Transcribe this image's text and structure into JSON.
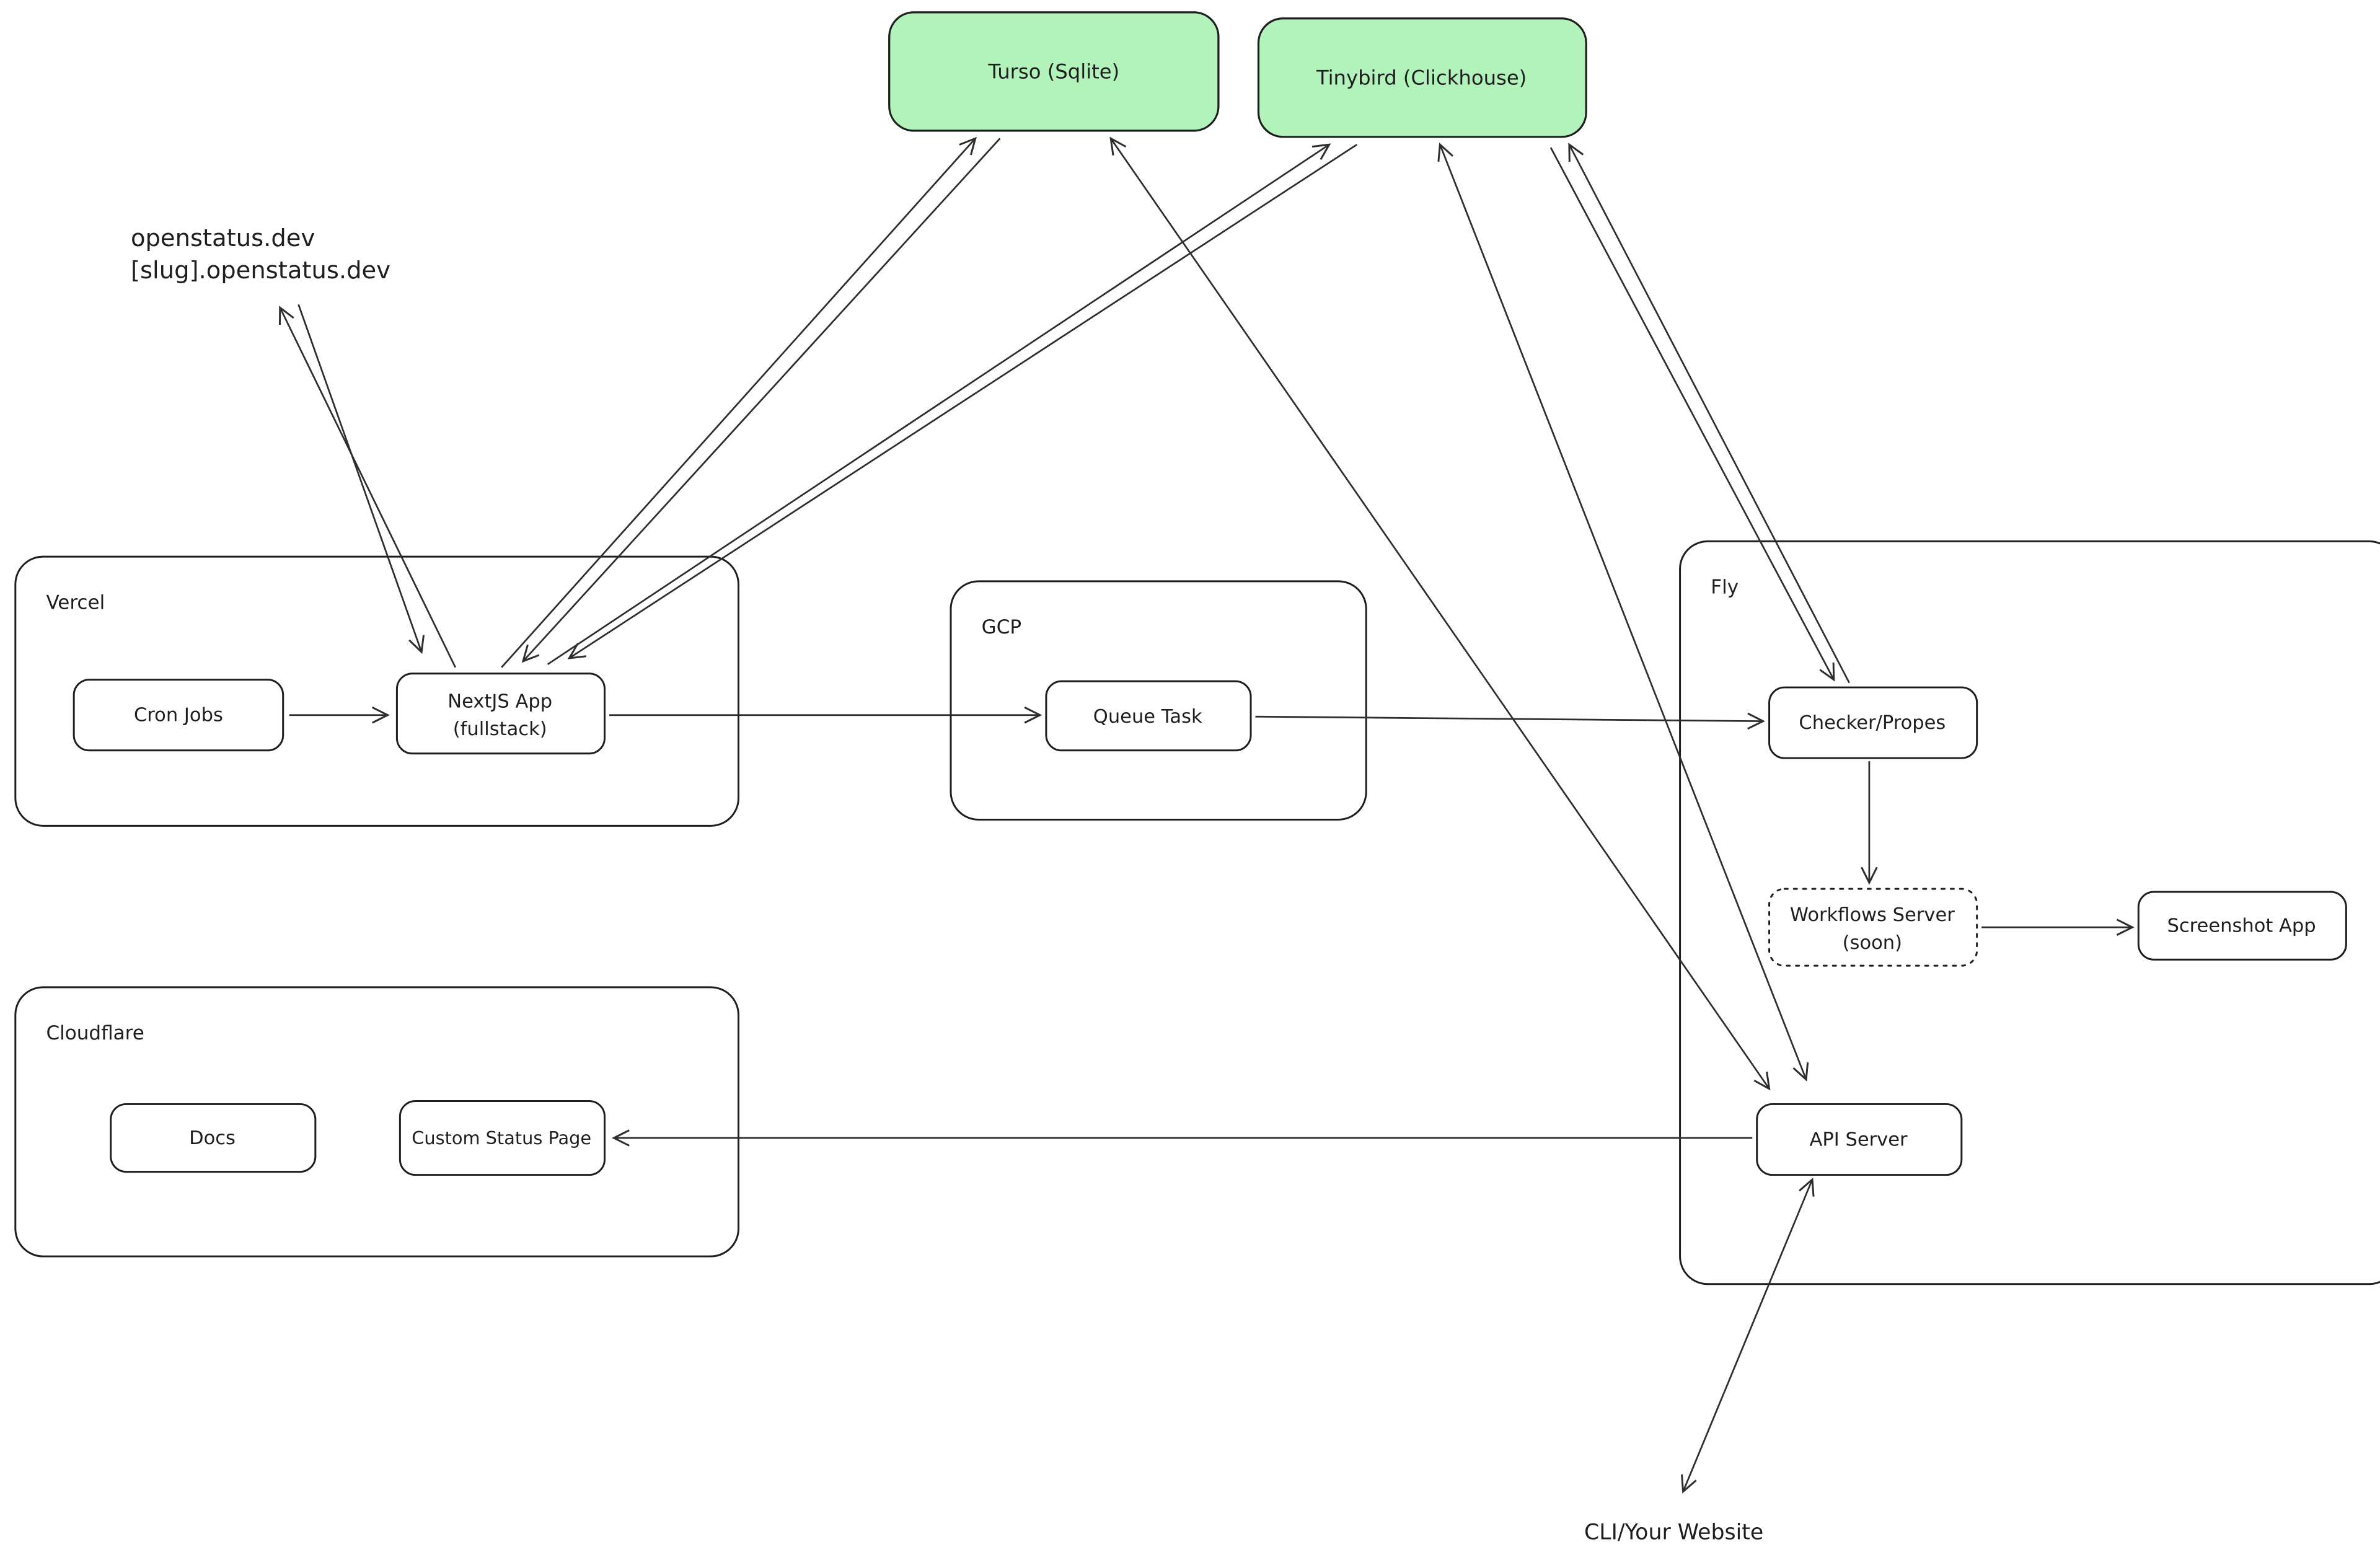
{
  "diagram": {
    "databases": {
      "turso": "Turso (Sqlite)",
      "tinybird": "Tinybird (Clickhouse)"
    },
    "domains": {
      "line1": "openstatus.dev",
      "line2": "[slug].openstatus.dev"
    },
    "vercel": {
      "label": "Vercel",
      "cron_jobs": "Cron Jobs",
      "nextjs_line1": "NextJS App",
      "nextjs_line2": "(fullstack)"
    },
    "gcp": {
      "label": "GCP",
      "queue_task": "Queue Task"
    },
    "fly": {
      "label": "Fly",
      "checker": "Checker/Propes",
      "workflows_line1": "Workflows Server",
      "workflows_line2": "(soon)",
      "screenshot_app": "Screenshot App",
      "api_server": "API Server"
    },
    "cloudflare": {
      "label": "Cloudflare",
      "docs": "Docs",
      "custom_status_page": "Custom Status Page"
    },
    "cli": "CLI/Your Website",
    "colors": {
      "db_fill": "#b2f2bb",
      "stroke": "#1e1e1e",
      "canvas_bg": "#ffffff"
    }
  }
}
